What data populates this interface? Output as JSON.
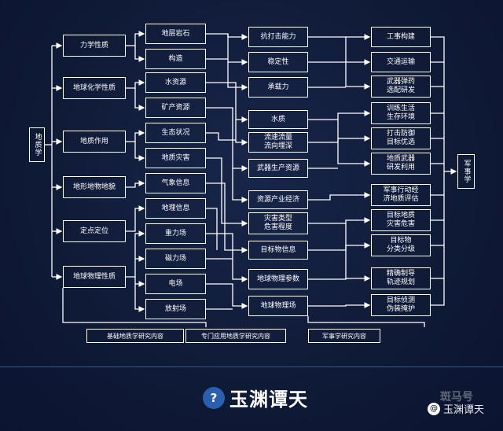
{
  "boxes": {
    "dizhixue": "地质学",
    "junshixue": "军事学",
    "lixue": "力学性质",
    "dihua": "地球化学性质",
    "zuoyong": "地质作用",
    "dixing": "地形地物地貌",
    "dingdian": "定点定位",
    "diwu": "地球物理性质",
    "diceng": "地层岩石",
    "gouzao": "构造",
    "shuiziyuan": "水资源",
    "kuangchan": "矿产资源",
    "shengtai": "生态状况",
    "zaihai": "地质灾害",
    "qixiang": "气象信息",
    "dili": "地理信息",
    "zhongli": "重力场",
    "cili": "磁力场",
    "dianchang": "电场",
    "fushe": "放射场",
    "kangda": "抗打击能力",
    "wending": "稳定性",
    "chengzai": "承载力",
    "shuizhi": "水质",
    "liusu": "流速流量\n流向埋深",
    "wuqi_ziyuan": "武器生产资源",
    "ziyuan_jingji": "资源产业经济",
    "zaihai_leixing": "灾害类型\n危害程度",
    "mubiao_xinxi": "目标物信息",
    "diwu_canshu": "地球物理参数",
    "diwu_chang": "地球物理场",
    "gongshi": "工事构建",
    "jiaotong": "交通运输",
    "wuqi_xuanpei": "武器弹药\n选配研发",
    "xunlian": "训练生活\n生存环境",
    "dafang": "打击防御\n目标优选",
    "dizhi_wuqi": "地质武器\n研发利用",
    "xingdong": "军事行动经\n济地质评估",
    "mubiao_dizhi": "目标地质\n灾害危害",
    "mubiao_fenlei": "目标物\n分类分级",
    "jingque": "精确制导\n轨迹规划",
    "zhence": "目标侦测\n伪装掩护"
  },
  "labels": {
    "jichu": "基础地质学研究内容",
    "zhuanmen": "专门应用地质学研究内容",
    "junshi": "军事学研究内容"
  },
  "brand": {
    "logo_mark": "?",
    "logo_text": "玉渊谭天",
    "watermark_prefix": "@",
    "watermark": "玉渊谭天",
    "watermark_faint": "斑马号"
  },
  "colors": {
    "background": "#0f1a36",
    "line": "#ffffff",
    "accent": "#2a5fb0"
  }
}
